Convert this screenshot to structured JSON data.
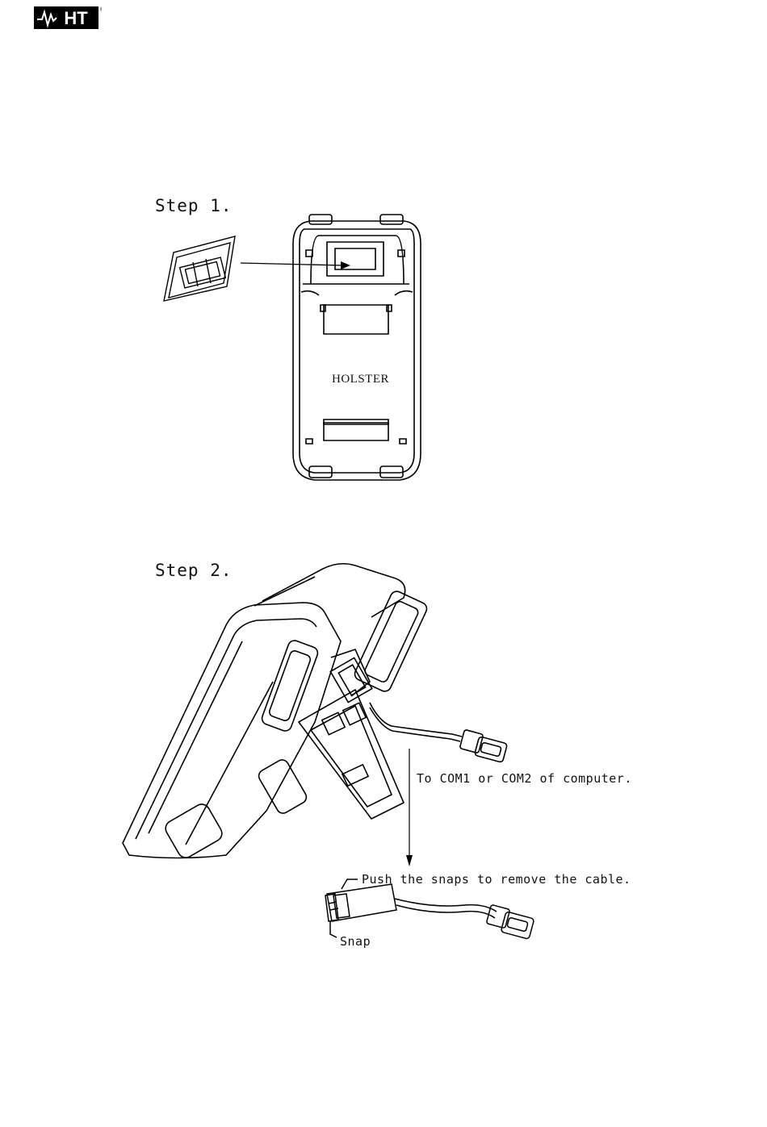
{
  "header": {
    "brand": "HT",
    "registered_mark": "®",
    "logo_icon": "ht-logo-icon"
  },
  "step1": {
    "title": "Step 1.",
    "holster_label": "HOLSTER"
  },
  "step2": {
    "title": "Step 2.",
    "com_label": "To COM1 or COM2 of computer.",
    "snaps_label": "Push the snaps to remove the cable.",
    "snap_label": "Snap"
  }
}
